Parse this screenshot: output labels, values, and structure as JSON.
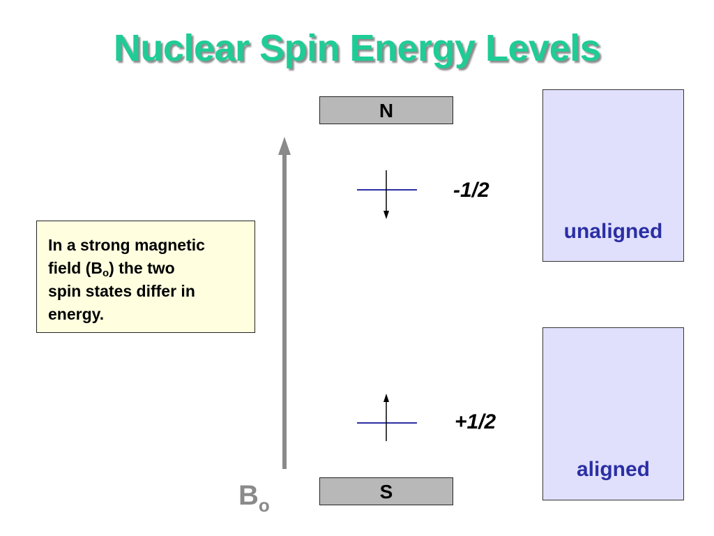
{
  "title": "Nuclear Spin Energy Levels",
  "magnet": {
    "north": "N",
    "south": "S"
  },
  "note": {
    "line1": "In a strong magnetic",
    "line2_pre": "field (B",
    "line2_sub": "o",
    "line2_post": ") the two",
    "line3": "spin states differ in",
    "line4": "energy."
  },
  "levels": {
    "upper": "-1/2",
    "lower": "+1/2"
  },
  "field": {
    "symbol": "B",
    "subscript": "o"
  },
  "panels": {
    "upper": "unaligned",
    "lower": "aligned"
  },
  "colors": {
    "title": "#1fcc96",
    "level_line": "#2b2fa4",
    "nucleus": "#1fcc96",
    "panel_bg": "#e0e0fc",
    "note_bg": "#ffffe0",
    "magnet": "#b8b8b8",
    "field_arrow": "#8a8a8a"
  }
}
